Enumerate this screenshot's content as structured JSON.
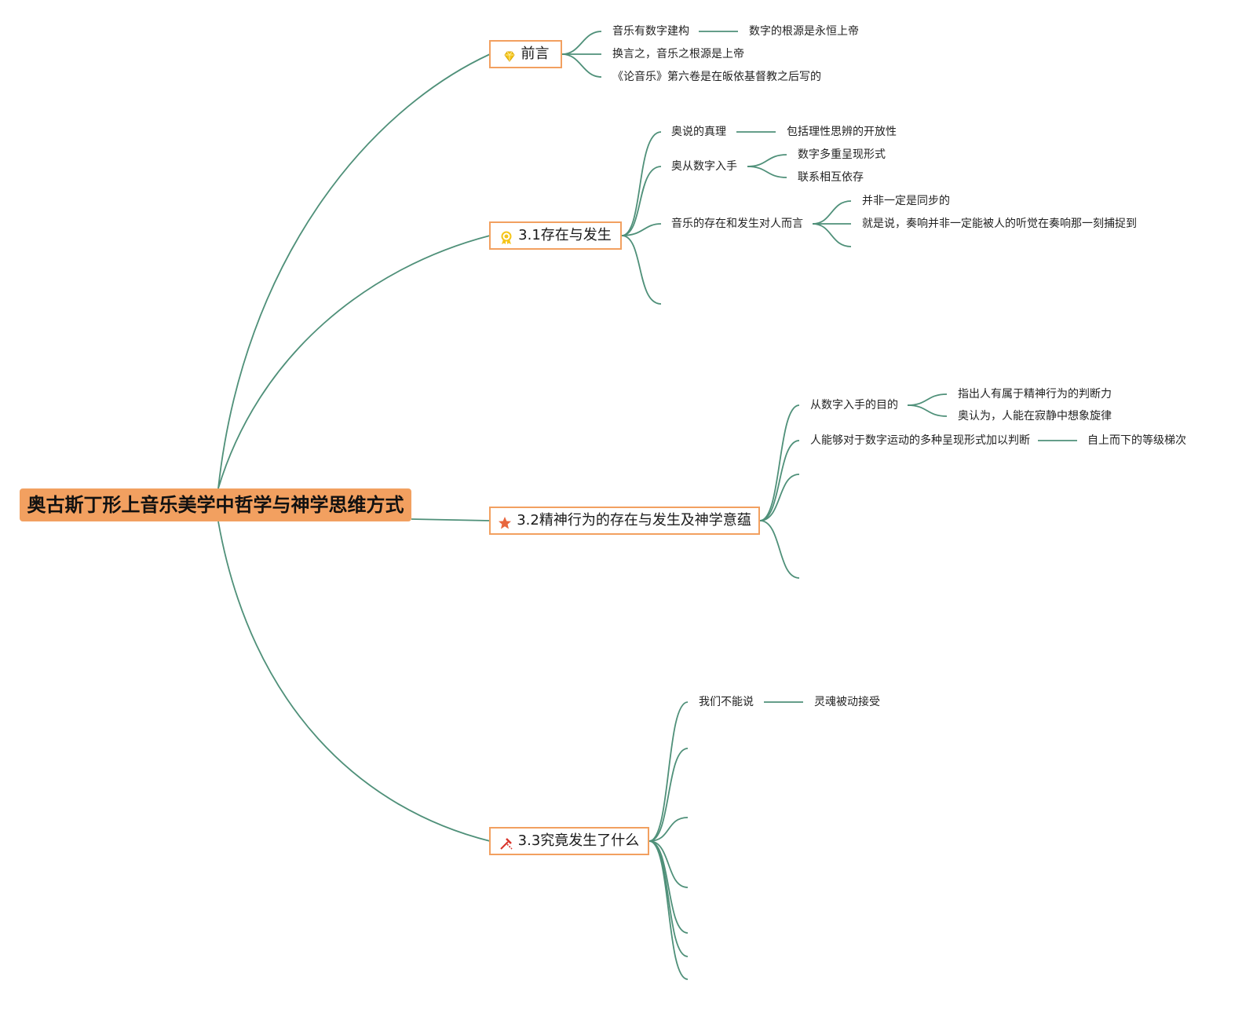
{
  "root": {
    "title": "奥古斯丁形上音乐美学中哲学与神学思维方式"
  },
  "branches": [
    {
      "label": "前言",
      "icon": "diamond-icon",
      "icon_color": "#f5c518"
    },
    {
      "label": "3.1存在与发生",
      "icon": "award-ribbon-icon",
      "icon_color": "#f5c518"
    },
    {
      "label": "3.2精神行为的存在与发生及神学意蕴",
      "icon": "star-icon",
      "icon_color": "#e8663d"
    },
    {
      "label": "3.3究竟发生了什么",
      "icon": "tools-icon",
      "icon_color": "#d9342b"
    }
  ],
  "nodes": {
    "b0_c0": "音乐有数字建构",
    "b0_c0_a": "数字的根源是永恒上帝",
    "b0_c1": "换言之，音乐之根源是上帝",
    "b0_c2": "《论音乐》第六卷是在皈依基督教之后写的",
    "b1_c0": "奥说的真理",
    "b1_c0_a": "包括理性思辨的开放性",
    "b1_c1": "奥从数字入手",
    "b1_c1_a": "数字多重呈现形式",
    "b1_c1_b": "联系相互依存",
    "b1_c2": "音乐的存在和发生对人而言",
    "b1_c2_a": "并非一定是同步的",
    "b1_c2_b": "就是说，奏响并非一定能被人的听觉在奏响那一刻捕捉到",
    "b2_c0": "从数字入手的目的",
    "b2_c0_a": "指出人有属于精神行为的判断力",
    "b2_c0_b": "奥认为，人能在寂静中想象旋律",
    "b2_c1": "人能够对于数字运动的多种呈现形式加以判断",
    "b2_c1_a": "自上而下的等级梯次",
    "b3_c0": "我们不能说",
    "b3_c0_a": "灵魂被动接受"
  },
  "colors": {
    "line": "#4f9079",
    "root_fill": "#f2a060",
    "branch_border": "#f2a060"
  }
}
